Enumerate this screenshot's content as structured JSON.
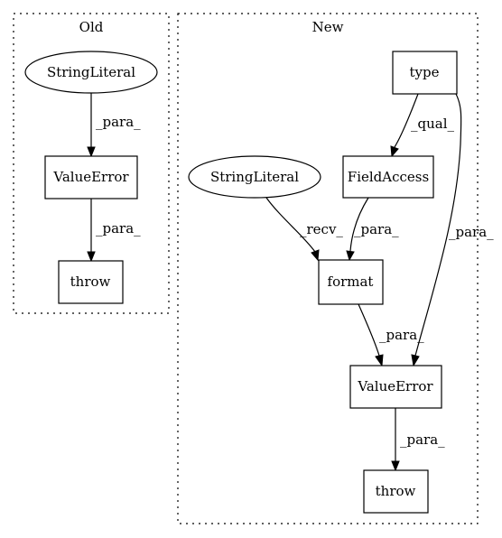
{
  "clusters": {
    "old": {
      "label": "Old"
    },
    "new": {
      "label": "New"
    }
  },
  "nodes": {
    "old_stringliteral": {
      "label": "StringLiteral",
      "shape": "ellipse"
    },
    "old_valueerror": {
      "label": "ValueError",
      "shape": "box"
    },
    "old_throw": {
      "label": "throw",
      "shape": "box"
    },
    "new_type": {
      "label": "type",
      "shape": "box"
    },
    "new_fieldaccess": {
      "label": "FieldAccess",
      "shape": "box"
    },
    "new_stringliteral": {
      "label": "StringLiteral",
      "shape": "ellipse"
    },
    "new_format": {
      "label": "format",
      "shape": "box"
    },
    "new_valueerror": {
      "label": "ValueError",
      "shape": "box"
    },
    "new_throw": {
      "label": "throw",
      "shape": "box"
    }
  },
  "edges": {
    "old_sl_ve": {
      "label": "_para_"
    },
    "old_ve_throw": {
      "label": "_para_"
    },
    "new_type_fa": {
      "label": "_qual_"
    },
    "new_type_ve": {
      "label": "_para_"
    },
    "new_sl_format": {
      "label": "_recv_"
    },
    "new_fa_format": {
      "label": "_para_"
    },
    "new_format_ve": {
      "label": "_para_"
    },
    "new_ve_throw": {
      "label": "_para_"
    }
  }
}
